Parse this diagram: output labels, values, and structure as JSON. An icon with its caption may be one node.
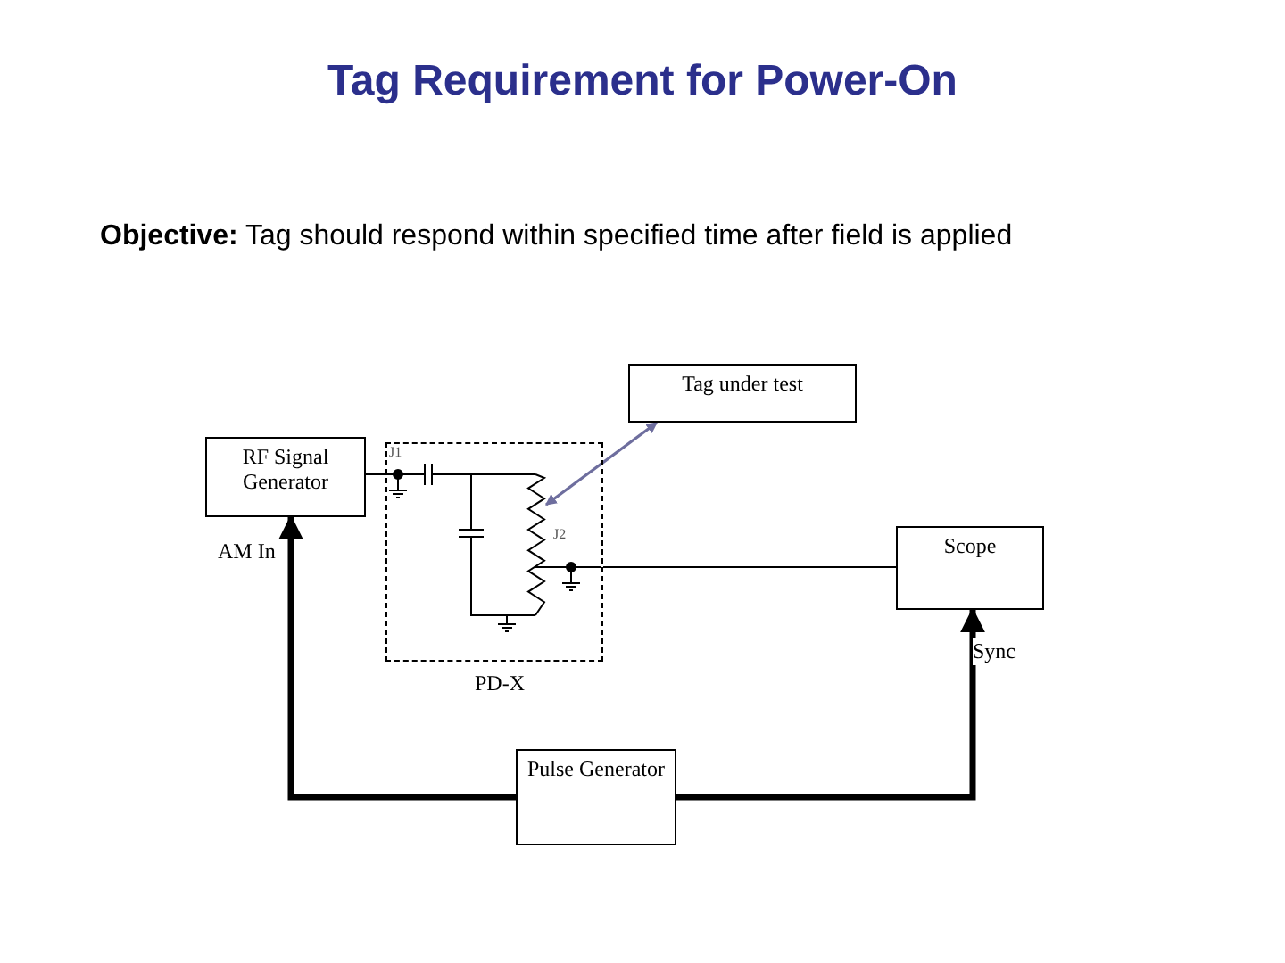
{
  "diagram": {
    "title": "Tag Requirement for Power-On",
    "nodes": [
      {
        "text": [
          "Tag under test"
        ]
      },
      {
        "text": [
          "RF Signal Generator"
        ]
      },
      {
        "text": [
          "PD-X"
        ]
      },
      {
        "text": [
          "Scope"
        ]
      },
      {
        "text": [
          "Pulse Generator"
        ]
      }
    ],
    "edges": [
      {
        "from": 1,
        "to": 2,
        "arrow": "none"
      },
      {
        "from": 2,
        "to": 3,
        "arrow": "none"
      },
      {
        "from": 0,
        "to": 2,
        "arrow": "both",
        "color": "#6e6e9e"
      },
      {
        "from": 4,
        "to": 1,
        "arrow": "to",
        "label": "AM In",
        "style": "thick"
      },
      {
        "from": 4,
        "to": 3,
        "arrow": "to",
        "label": "Sync",
        "style": "thick"
      }
    ],
    "labels": [
      "**Objective:**  Tag should respond within specified time after field is applied",
      "J1",
      "J2"
    ]
  }
}
